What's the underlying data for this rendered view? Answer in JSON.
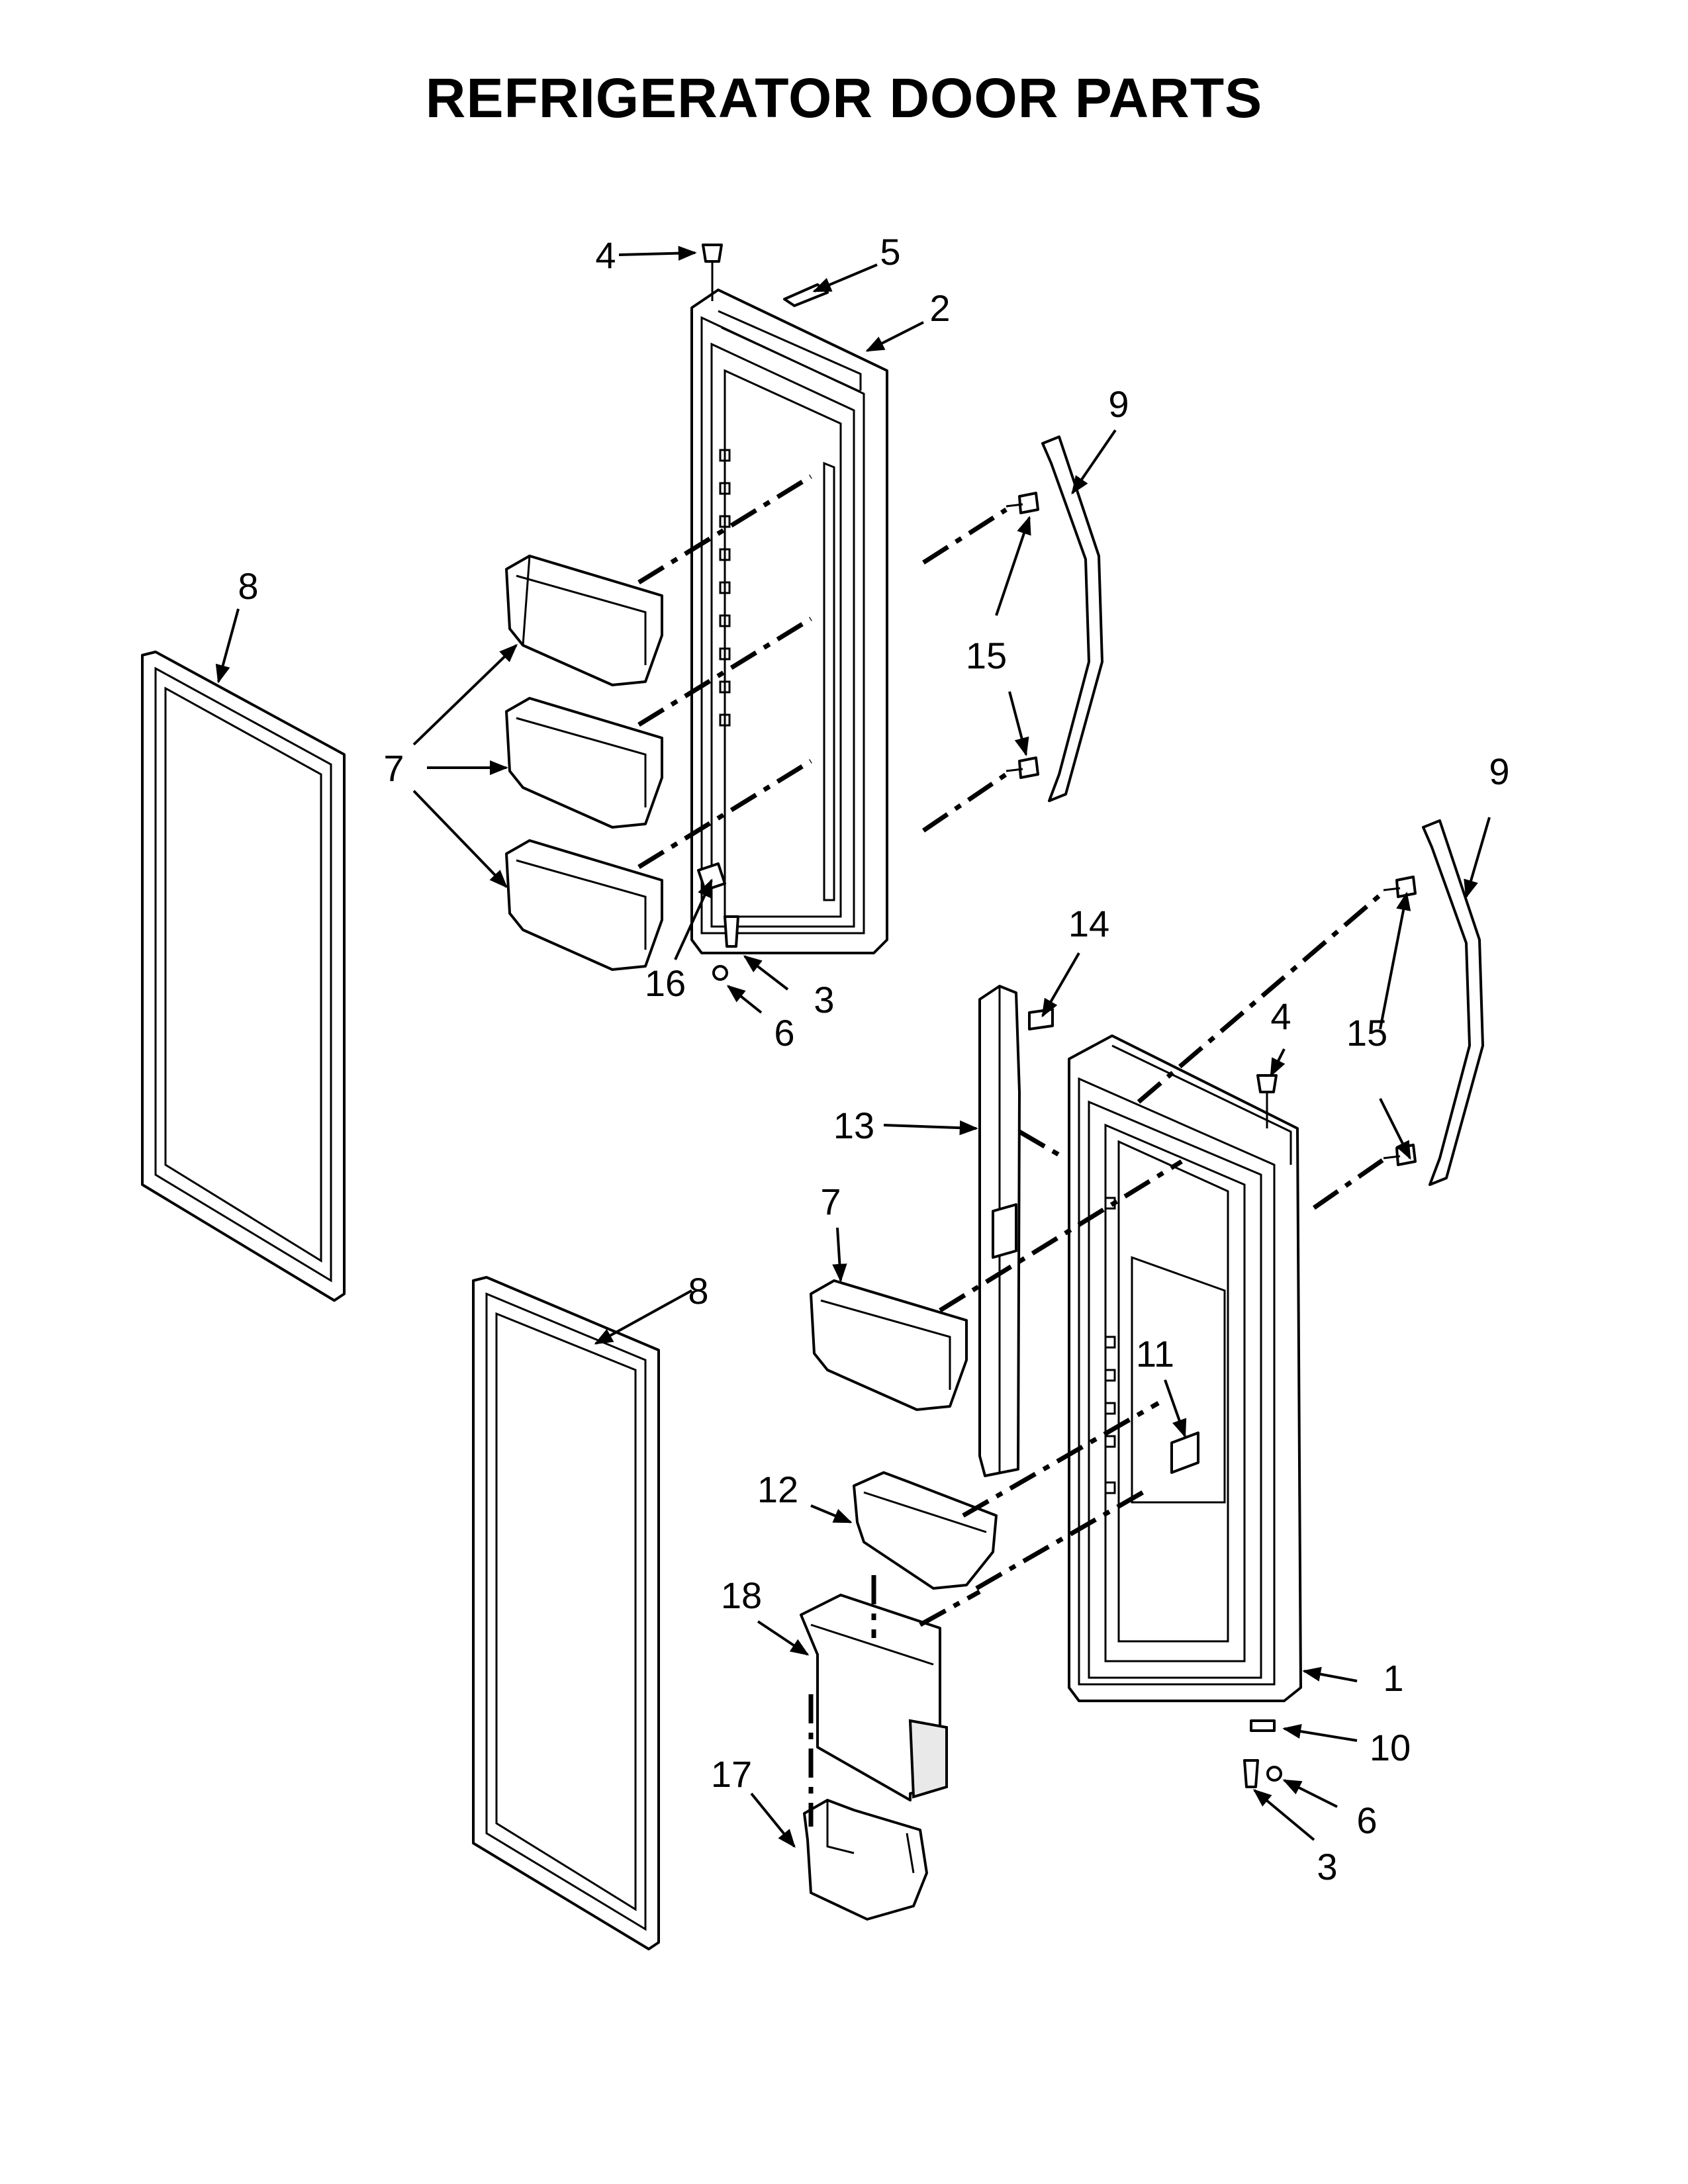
{
  "title": "REFRIGERATOR DOOR PARTS",
  "callouts": [
    {
      "id": "c4a",
      "label": "4"
    },
    {
      "id": "c5",
      "label": "5"
    },
    {
      "id": "c2",
      "label": "2"
    },
    {
      "id": "c9a",
      "label": "9"
    },
    {
      "id": "c8a",
      "label": "8"
    },
    {
      "id": "c15a",
      "label": "15"
    },
    {
      "id": "c7a",
      "label": "7"
    },
    {
      "id": "c16",
      "label": "16"
    },
    {
      "id": "c3a",
      "label": "3"
    },
    {
      "id": "c6a",
      "label": "6"
    },
    {
      "id": "c9b",
      "label": "9"
    },
    {
      "id": "c14",
      "label": "14"
    },
    {
      "id": "c4b",
      "label": "4"
    },
    {
      "id": "c15b",
      "label": "15"
    },
    {
      "id": "c13",
      "label": "13"
    },
    {
      "id": "c7b",
      "label": "7"
    },
    {
      "id": "c8b",
      "label": "8"
    },
    {
      "id": "c11",
      "label": "11"
    },
    {
      "id": "c12",
      "label": "12"
    },
    {
      "id": "c18",
      "label": "18"
    },
    {
      "id": "c1",
      "label": "1"
    },
    {
      "id": "c10",
      "label": "10"
    },
    {
      "id": "c6b",
      "label": "6"
    },
    {
      "id": "c17",
      "label": "17"
    },
    {
      "id": "c3b",
      "label": "3"
    }
  ]
}
